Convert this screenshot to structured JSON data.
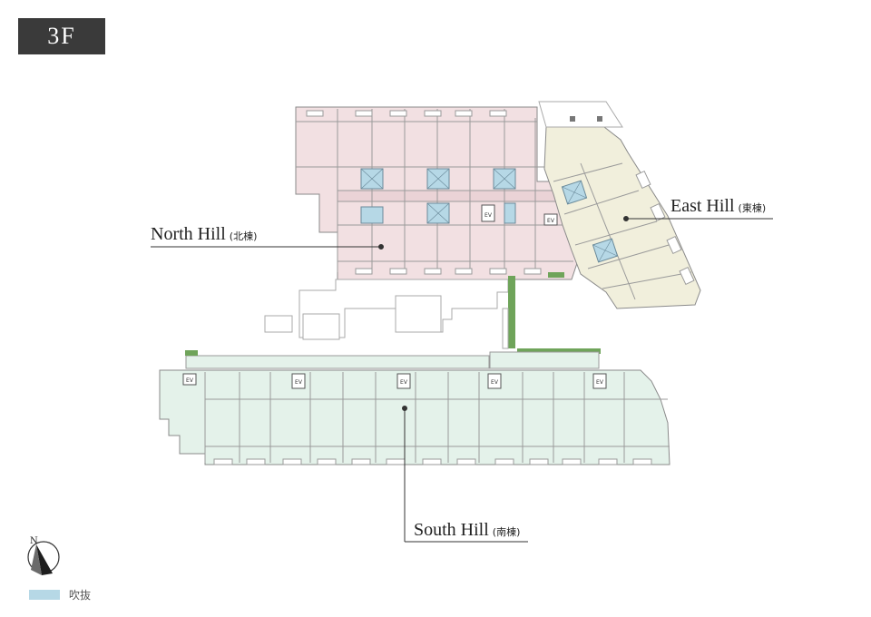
{
  "floor": {
    "label": "3F"
  },
  "buildings": [
    {
      "name": "North Hill",
      "jp": "(北棟)"
    },
    {
      "name": "East Hill",
      "jp": "(東棟)"
    },
    {
      "name": "South Hill",
      "jp": "(南棟)"
    }
  ],
  "compass": {
    "north_label": "N"
  },
  "ev_label": "EV",
  "legend": {
    "void_label": "吹抜"
  },
  "colors": {
    "north_fill": "#f2e0e2",
    "east_fill": "#f1efdc",
    "south_fill": "#e4f2ea",
    "void_fill": "#b6d8e6",
    "green": "#6fa45a",
    "line": "#8a8a8a",
    "badge": "#3a3a3a"
  }
}
